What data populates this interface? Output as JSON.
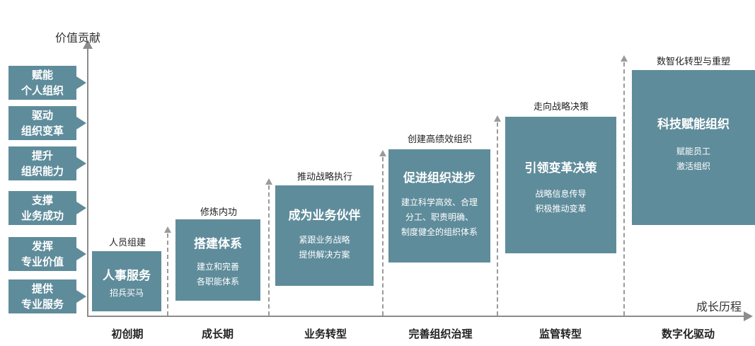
{
  "axis": {
    "y_label": "价值贡献",
    "x_label": "成长历程"
  },
  "levels": [
    {
      "l1": "赋能",
      "l2": "个人组织"
    },
    {
      "l1": "驱动",
      "l2": "组织变革"
    },
    {
      "l1": "提升",
      "l2": "组织能力"
    },
    {
      "l1": "支撑",
      "l2": "业务成功"
    },
    {
      "l1": "发挥",
      "l2": "专业价值"
    },
    {
      "l1": "提供",
      "l2": "专业服务"
    }
  ],
  "stages": [
    {
      "caption": "人员组建",
      "title": "人事服务",
      "sub": [
        "招兵买马"
      ],
      "phase": "初创期"
    },
    {
      "caption": "修炼内功",
      "title": "搭建体系",
      "sub": [
        "建立和完善",
        "各职能体系"
      ],
      "phase": "成长期"
    },
    {
      "caption": "推动战略执行",
      "title": "成为业务伙伴",
      "sub": [
        "紧跟业务战略",
        "提供解决方案"
      ],
      "phase": "业务转型"
    },
    {
      "caption": "创建高绩效组织",
      "title": "促进组织进步",
      "sub": [
        "建立科学高效、合理",
        "分工、职责明确、",
        "制度健全的组织体系"
      ],
      "phase": "完善组织治理"
    },
    {
      "caption": "走向战略决策",
      "title": "引领变革决策",
      "sub": [
        "战略信息传导",
        "积极推动变革"
      ],
      "phase": "监管转型"
    },
    {
      "caption": "数智化转型与重塑",
      "title": "科技赋能组织",
      "sub": [
        "赋能员工",
        "激活组织"
      ],
      "phase": "数字化驱动"
    }
  ],
  "colors": {
    "box": "#5f8c9b",
    "axis": "#8c8c8c"
  }
}
